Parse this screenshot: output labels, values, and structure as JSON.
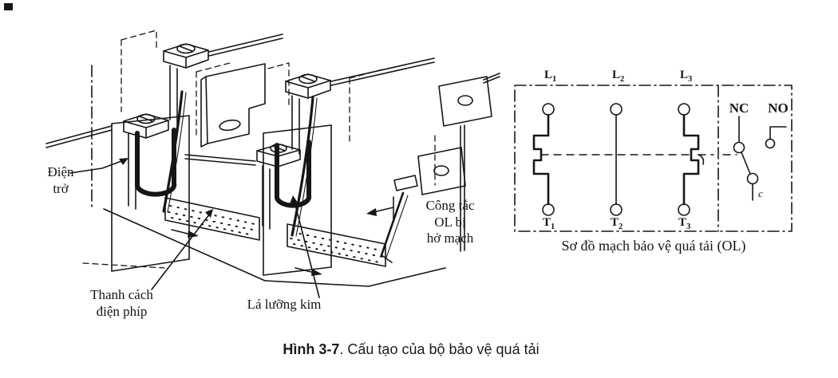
{
  "figure": {
    "construction_labels": {
      "resistor": [
        "Điện",
        "trở"
      ],
      "insulator_bar": [
        "Thanh cách",
        "điện phíp"
      ],
      "bimetal": [
        "Lá lưỡng kim"
      ],
      "ol_switch": [
        "Công tắc",
        "OL bị",
        "hở mạch"
      ]
    },
    "schematic": {
      "line_terminals": [
        {
          "base": "L",
          "sub": "1"
        },
        {
          "base": "L",
          "sub": "2"
        },
        {
          "base": "L",
          "sub": "3"
        }
      ],
      "load_terminals": [
        {
          "base": "T",
          "sub": "1"
        },
        {
          "base": "T",
          "sub": "2"
        },
        {
          "base": "T",
          "sub": "3"
        }
      ],
      "nc_label": "NC",
      "no_label": "NO",
      "common_label": "c",
      "caption": "Sơ đồ mạch bảo vệ quá tải (OL)"
    },
    "caption_bold": "Hình 3-7",
    "caption_rest": ". Cấu tạo của bộ bảo vệ quá tải"
  },
  "colors": {
    "ink": "#161616",
    "paper": "#ffffff"
  }
}
